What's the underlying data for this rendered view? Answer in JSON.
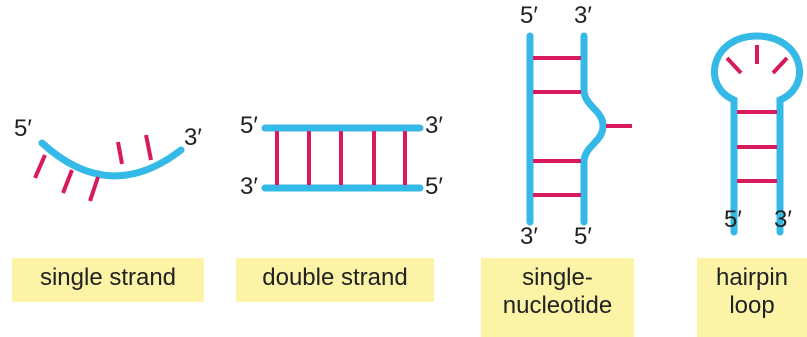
{
  "colors": {
    "backbone": "#35b9e6",
    "base": "#d8195e",
    "caption_bg": "#fbf3a6",
    "text": "#222222"
  },
  "panels": {
    "single_strand": {
      "caption": "single strand",
      "end_5": "5′",
      "end_3": "3′"
    },
    "double_strand": {
      "caption": "double strand",
      "top_5": "5′",
      "top_3": "3′",
      "bottom_3": "3′",
      "bottom_5": "5′"
    },
    "single_nucleotide": {
      "caption": "single-\nnucleotide",
      "top_5": "5′",
      "top_3": "3′",
      "bottom_3": "3′",
      "bottom_5": "5′"
    },
    "hairpin_loop": {
      "caption": "hairpin\nloop",
      "bottom_5": "5′",
      "bottom_3": "3′"
    }
  }
}
